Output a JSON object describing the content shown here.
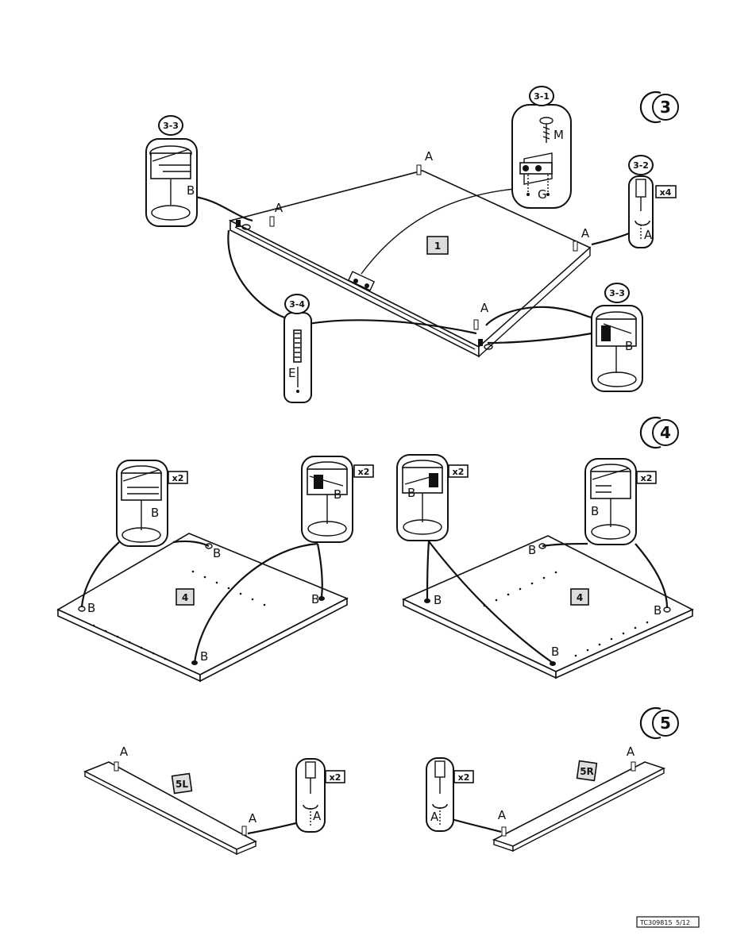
{
  "steps": [
    {
      "number": "3"
    },
    {
      "number": "4"
    },
    {
      "number": "5"
    }
  ],
  "callouts": {
    "c31": "3-1",
    "c32": "3-2",
    "c33a": "3-3",
    "c33b": "3-3",
    "c34": "3-4"
  },
  "quantities": {
    "x4": "x4",
    "x2": "x2"
  },
  "letters": {
    "A": "A",
    "B": "B",
    "E": "E",
    "G": "G",
    "M": "M"
  },
  "parts": {
    "p1": "1",
    "p4": "4",
    "p5l": "5L",
    "p5r": "5R"
  },
  "footer": {
    "code": "TC309815",
    "page": "5/12"
  }
}
